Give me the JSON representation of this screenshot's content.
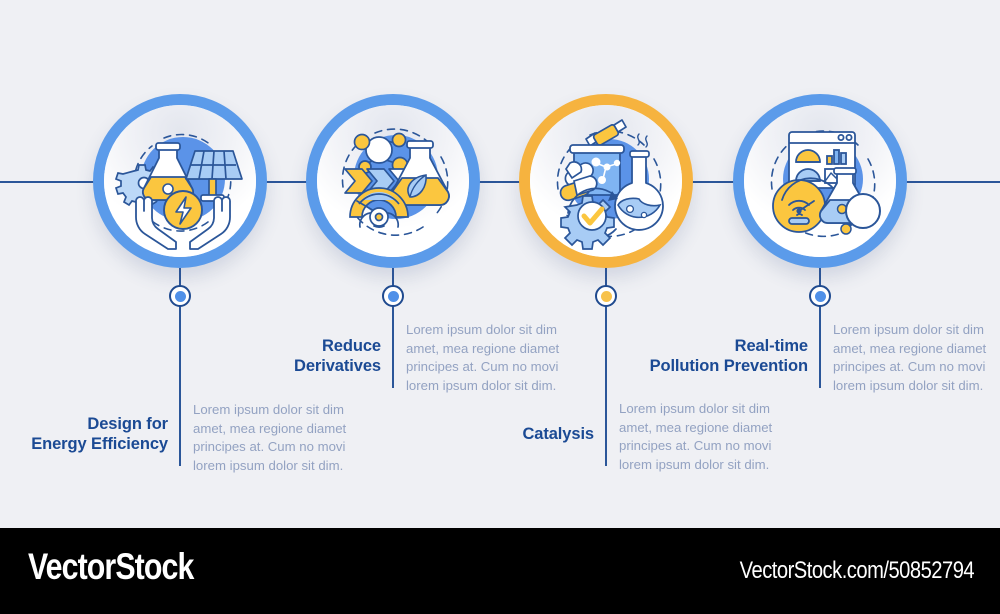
{
  "theme": {
    "background": "#eff0f4",
    "axis_color": "#2b5699",
    "title_color": "#1b4a94",
    "body_color": "#93a2c2",
    "accent_blue": "#5b9bea",
    "accent_orange": "#f6b33f",
    "dot_blue": "#4f90e8",
    "dot_orange": "#f7c24b"
  },
  "items": [
    {
      "title": "Design for\nEnergy Efficiency",
      "body": "Lorem ipsum dolor sit dim amet, mea regione diamet principes at. Cum no movi lorem ipsum dolor sit dim.",
      "accent": "blue",
      "icon": "energy-efficiency-icon"
    },
    {
      "title": "Reduce\nDerivatives",
      "body": "Lorem ipsum dolor sit dim amet, mea regione diamet principes at. Cum no movi lorem ipsum dolor sit dim.",
      "accent": "blue",
      "icon": "reduce-derivatives-icon"
    },
    {
      "title": "Catalysis",
      "body": "Lorem ipsum dolor sit dim amet, mea regione diamet principes at. Cum no movi lorem ipsum dolor sit dim.",
      "accent": "orange",
      "icon": "catalysis-icon"
    },
    {
      "title": "Real-time\nPollution Prevention",
      "body": "Lorem ipsum dolor sit dim amet, mea regione diamet principes at. Cum no movi lorem ipsum dolor sit dim.",
      "accent": "blue",
      "icon": "real-time-monitoring-icon"
    }
  ],
  "watermark": {
    "logo": "VectorStock",
    "url": "VectorStock.com/50852794"
  }
}
